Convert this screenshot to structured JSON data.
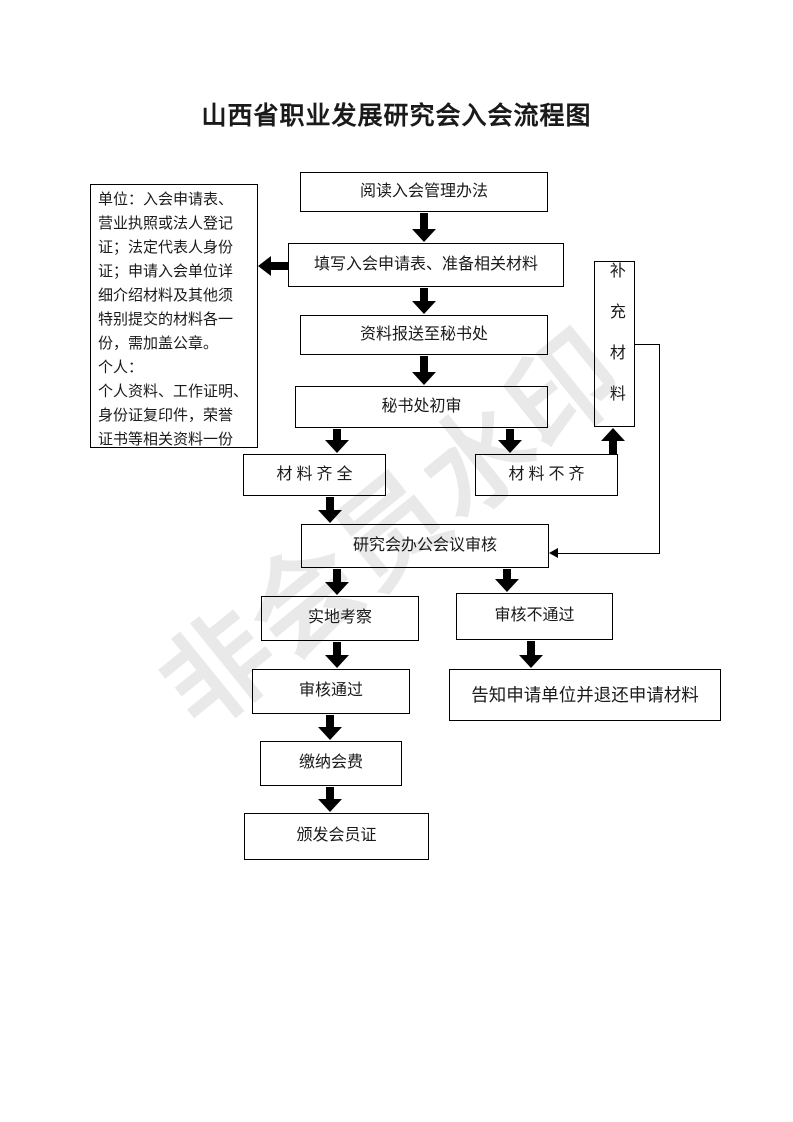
{
  "title": "山西省职业发展研究会入会流程图",
  "watermark": "非会员水印",
  "info_box": {
    "text": "单位：入会申请表、\n营业执照或法人登记\n证；法定代表人身份\n证；申请入会单位详\n细介绍材料及其他须\n特别提交的材料各一\n份，需加盖公章。\n个人：\n个人资料、工作证明、\n身份证复印件，荣誉\n证书等相关资料一份"
  },
  "nodes": {
    "read_rules": {
      "label": "阅读入会管理办法"
    },
    "fill_form": {
      "label": "填写入会申请表、准备相关材料"
    },
    "submit_materials": {
      "label": "资料报送至秘书处"
    },
    "initial_review": {
      "label": "秘书处初审"
    },
    "materials_complete": {
      "label": "材 料 齐 全"
    },
    "materials_incomplete": {
      "label": "材 料 不 齐"
    },
    "supplement_materials": {
      "label": "补充材料"
    },
    "office_meeting_review": {
      "label": "研究会办公会议审核"
    },
    "field_inspection": {
      "label": "实地考察"
    },
    "review_failed": {
      "label": "审核不通过"
    },
    "review_passed": {
      "label": "审核通过"
    },
    "notify_return": {
      "label": "告知申请单位并退还申请材料"
    },
    "pay_fee": {
      "label": "缴纳会费"
    },
    "issue_certificate": {
      "label": "颁发会员证"
    }
  },
  "colors": {
    "background": "#ffffff",
    "line": "#000000",
    "text": "#1a1a1a",
    "watermark": "#e9e9e9"
  }
}
